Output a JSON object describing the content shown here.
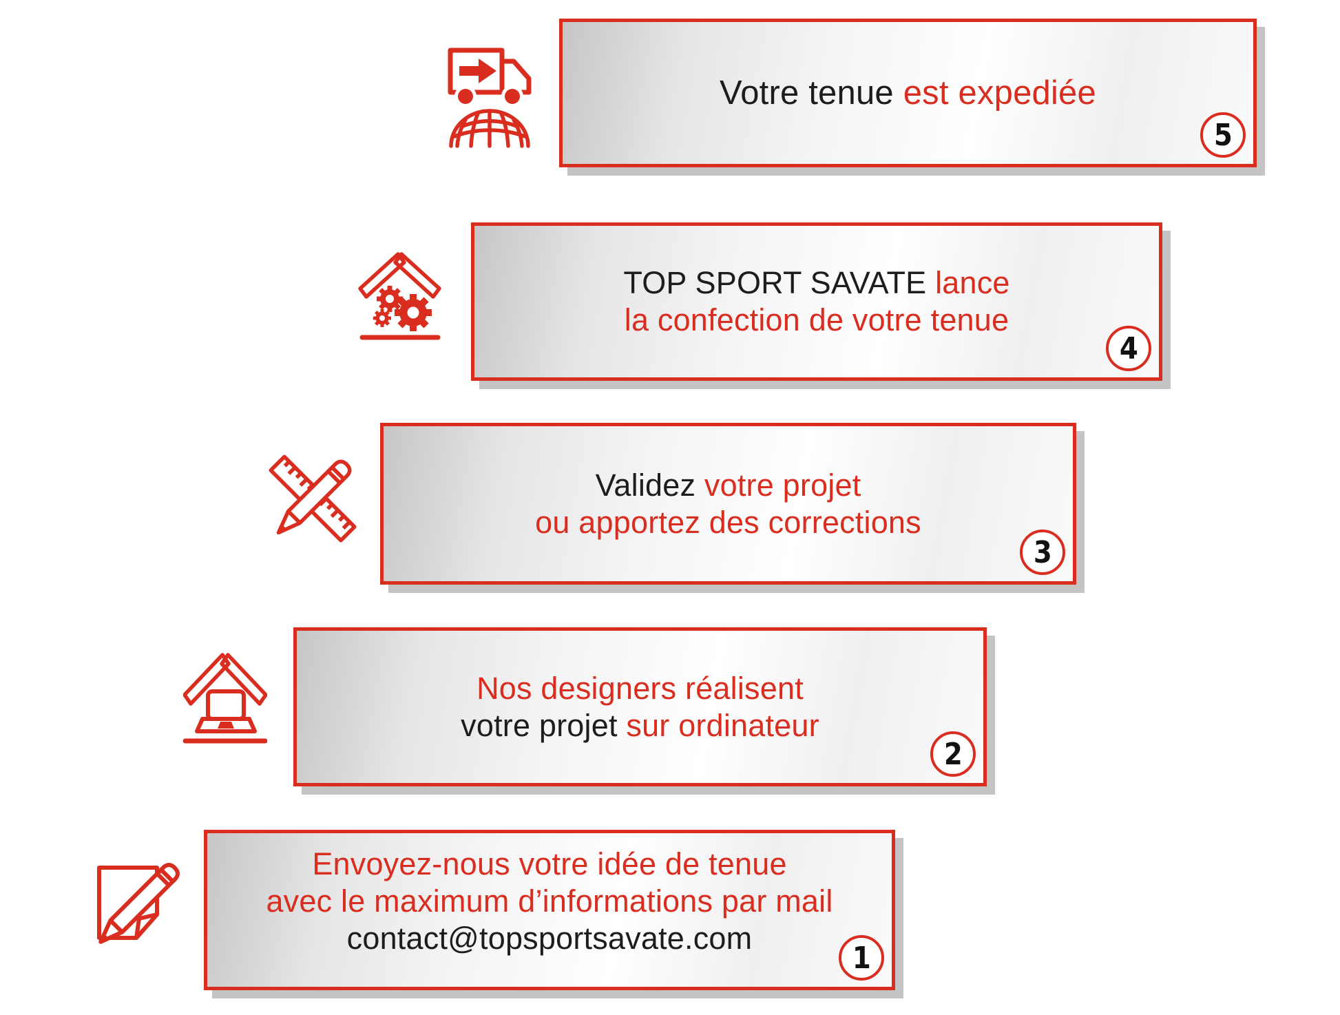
{
  "colors": {
    "accent_red": "#d92d20",
    "text_black": "#1d1d1b",
    "panel_border": "#d92d20",
    "panel_shadow": "#c4c4c4",
    "panel_gradient_start": "#c6c6c6",
    "panel_gradient_end": "#ffffff",
    "badge_number_color": "#121212"
  },
  "steps": [
    {
      "number": "1",
      "icon": "note-pencil-icon",
      "lines": [
        {
          "segments": [
            {
              "color": "red",
              "text": "Envoyez-nous votre idée de tenue"
            }
          ]
        },
        {
          "segments": [
            {
              "color": "red",
              "text": "avec le maximum d’informations par mail"
            }
          ]
        },
        {
          "segments": [
            {
              "color": "black",
              "text": "contact@topsportsavate.com"
            }
          ]
        }
      ]
    },
    {
      "number": "2",
      "icon": "house-laptop-icon",
      "lines": [
        {
          "segments": [
            {
              "color": "red",
              "text": "Nos designers réalisent"
            }
          ]
        },
        {
          "segments": [
            {
              "color": "black",
              "text": "votre projet "
            },
            {
              "color": "red",
              "text": "sur ordinateur"
            }
          ]
        }
      ]
    },
    {
      "number": "3",
      "icon": "ruler-pencil-icon",
      "lines": [
        {
          "segments": [
            {
              "color": "black",
              "text": "Validez "
            },
            {
              "color": "red",
              "text": "votre projet"
            }
          ]
        },
        {
          "segments": [
            {
              "color": "red",
              "text": "ou apportez des corrections"
            }
          ]
        }
      ]
    },
    {
      "number": "4",
      "icon": "house-gears-icon",
      "lines": [
        {
          "segments": [
            {
              "color": "black",
              "text": "TOP SPORT SAVATE "
            },
            {
              "color": "red",
              "text": "lance"
            }
          ]
        },
        {
          "segments": [
            {
              "color": "red",
              "text": "la confection de votre tenue"
            }
          ]
        }
      ]
    },
    {
      "number": "5",
      "icon": "delivery-truck-globe-icon",
      "lines": [
        {
          "segments": [
            {
              "color": "black",
              "text": "Votre tenue "
            },
            {
              "color": "red",
              "text": "est expediée"
            }
          ]
        }
      ]
    }
  ]
}
